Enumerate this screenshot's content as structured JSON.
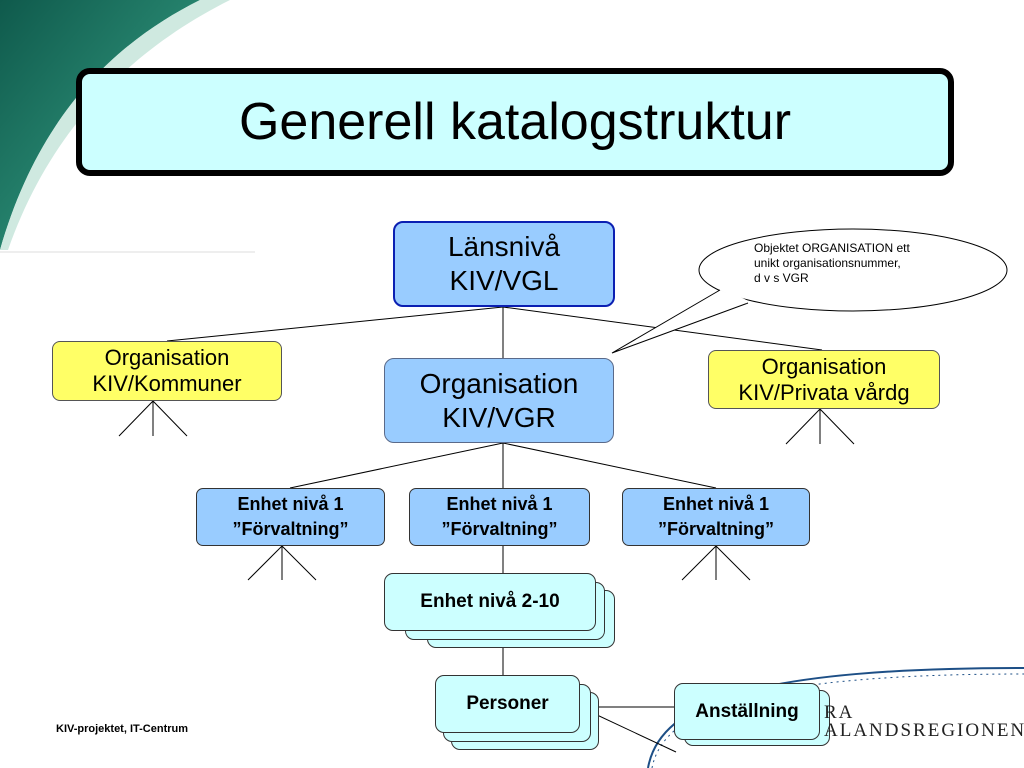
{
  "title": "Generell katalogstruktur",
  "nodes": {
    "lansniva": "Länsnivå\nKIV/VGL",
    "org_kommuner": "Organisation\nKIV/Kommuner",
    "org_vgr": "Organisation\nKIV/VGR",
    "org_privata": "Organisation\nKIV/Privata vårdg",
    "enhet1": "Enhet nivå 1\n”Förvaltning”",
    "enhet2_10": "Enhet nivå 2-10",
    "personer": "Personer",
    "anstallning": "Anställning"
  },
  "callout": "Objektet ORGANISATION ett\nunikt organisationsnummer,\nd v s VGR",
  "footer": "KIV-projektet, IT-Centrum",
  "logo": {
    "line1": "RA",
    "line2": "ALANDSREGIONEN"
  },
  "colors": {
    "title_fill": "#ccffff",
    "blue_fill": "#99ccff",
    "yellow_fill": "#ffff66",
    "cyan_fill": "#ccffff",
    "corner_green": "#1a6e5e"
  }
}
